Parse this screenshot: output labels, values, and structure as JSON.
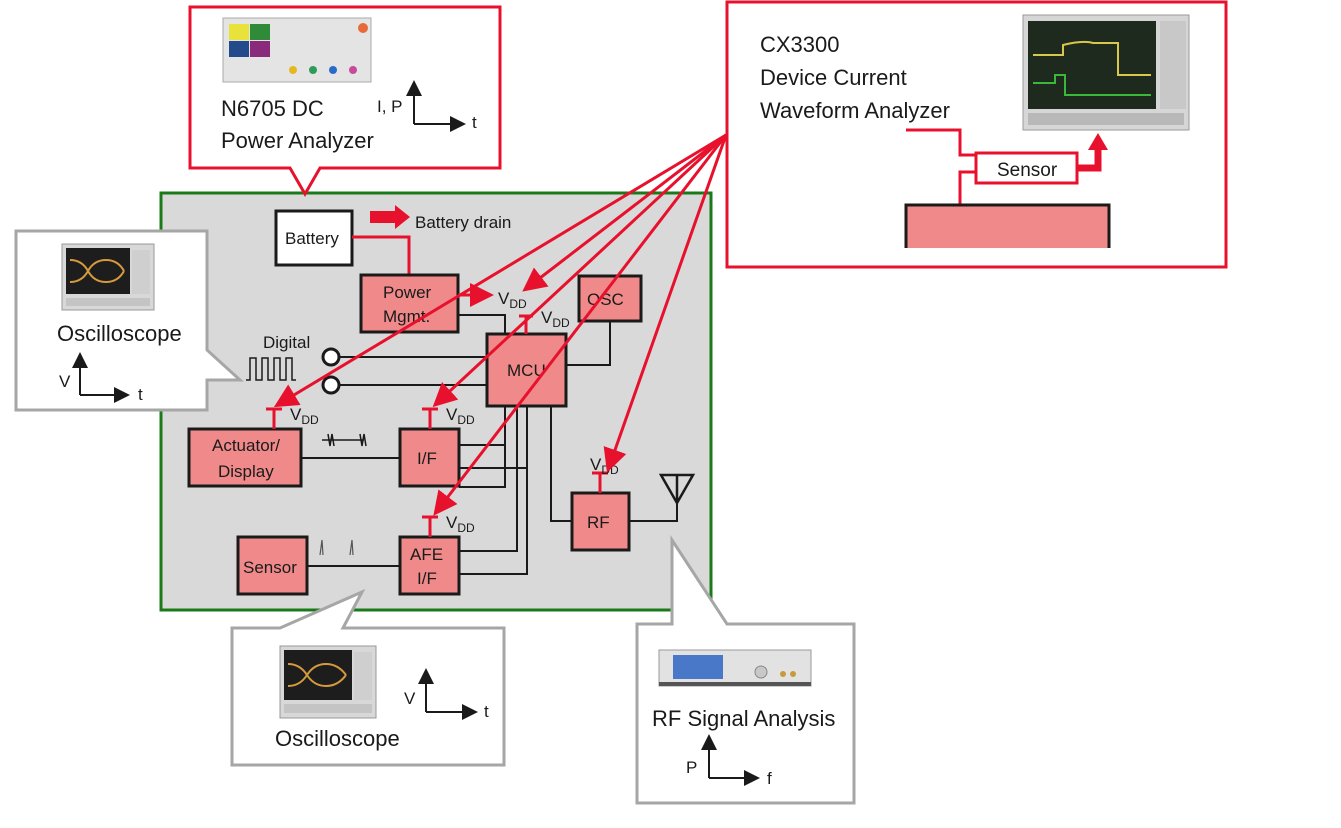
{
  "title": "Battery-powered device measurement overview",
  "colors": {
    "accent_red": "#e8112d",
    "block_fill": "#f08a8a",
    "board_fill": "#d9d9d9",
    "board_border": "#1a7a1a",
    "callout_gray": "#a6a6a6"
  },
  "callouts": {
    "power_analyzer": {
      "line1": "N6705 DC",
      "line2": "Power Analyzer",
      "axis_y": "I, P",
      "axis_x": "t",
      "image": "dc-power-analyzer-instrument"
    },
    "cx3300": {
      "line1": "CX3300",
      "line2": "Device Current",
      "line3": "Waveform Analyzer",
      "sensor_label": "Sensor",
      "image": "waveform-analyzer-instrument"
    },
    "oscilloscope_left": {
      "label": "Oscilloscope",
      "axis_y": "V",
      "axis_x": "t",
      "image": "oscilloscope-instrument"
    },
    "oscilloscope_bottom": {
      "label": "Oscilloscope",
      "axis_y": "V",
      "axis_x": "t",
      "image": "oscilloscope-instrument"
    },
    "rf_analysis": {
      "label": "RF Signal Analysis",
      "axis_y": "P",
      "axis_x": "f",
      "image": "signal-analyzer-instrument"
    }
  },
  "board": {
    "battery": "Battery",
    "battery_drain": "Battery drain",
    "power_mgmt_1": "Power",
    "power_mgmt_2": "Mgmt.",
    "osc": "OSC",
    "mcu": "MCU",
    "digital": "Digital",
    "actuator_1": "Actuator/",
    "actuator_2": "Display",
    "if": "I/F",
    "afe_1": "AFE",
    "afe_2": "I/F",
    "sensor": "Sensor",
    "rf": "RF",
    "vdd_main": "V",
    "vdd_sub": "DD"
  }
}
